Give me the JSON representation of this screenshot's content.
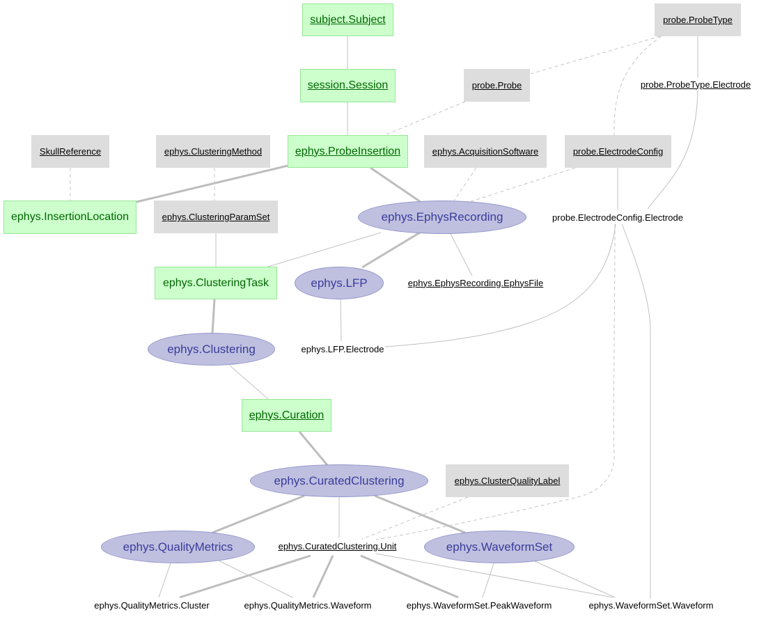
{
  "nodes": {
    "subject_subject": "subject.Subject",
    "session_session": "session.Session",
    "probe_probetype": "probe.ProbeType",
    "probe_probe": "probe.Probe",
    "probe_probetype_electrode": "probe.ProbeType.Electrode",
    "skull_reference": "SkullReference",
    "ephys_clustering_method": "ephys.ClusteringMethod",
    "ephys_probe_insertion": "ephys.ProbeInsertion",
    "ephys_acquisition_software": "ephys.AcquisitionSoftware",
    "probe_electrode_config": "probe.ElectrodeConfig",
    "ephys_insertion_location": "ephys.InsertionLocation",
    "ephys_clustering_paramset": "ephys.ClusteringParamSet",
    "ephys_ephys_recording": "ephys.EphysRecording",
    "probe_electrode_config_electrode": "probe.ElectrodeConfig.Electrode",
    "ephys_clustering_task": "ephys.ClusteringTask",
    "ephys_lfp": "ephys.LFP",
    "ephys_recording_file": "ephys.EphysRecording.EphysFile",
    "ephys_clustering": "ephys.Clustering",
    "ephys_lfp_electrode": "ephys.LFP.Electrode",
    "ephys_curation": "ephys.Curation",
    "ephys_curated_clustering": "ephys.CuratedClustering",
    "ephys_cluster_quality_label": "ephys.ClusterQualityLabel",
    "ephys_quality_metrics": "ephys.QualityMetrics",
    "ephys_curated_clustering_unit": "ephys.CuratedClustering.Unit",
    "ephys_waveform_set": "ephys.WaveformSet",
    "ephys_quality_metrics_cluster": "ephys.QualityMetrics.Cluster",
    "ephys_quality_metrics_waveform": "ephys.QualityMetrics.Waveform",
    "ephys_waveform_set_peak_waveform": "ephys.WaveformSet.PeakWaveform",
    "ephys_waveform_set_waveform": "ephys.WaveformSet.Waveform"
  },
  "colors": {
    "manual_fill": "#ccffcc",
    "manual_text": "#006600",
    "lookup_fill": "#dddddd",
    "imported_fill": "#bfc0e0",
    "imported_text": "#3b3b9a",
    "edge": "#c0c0c0"
  }
}
